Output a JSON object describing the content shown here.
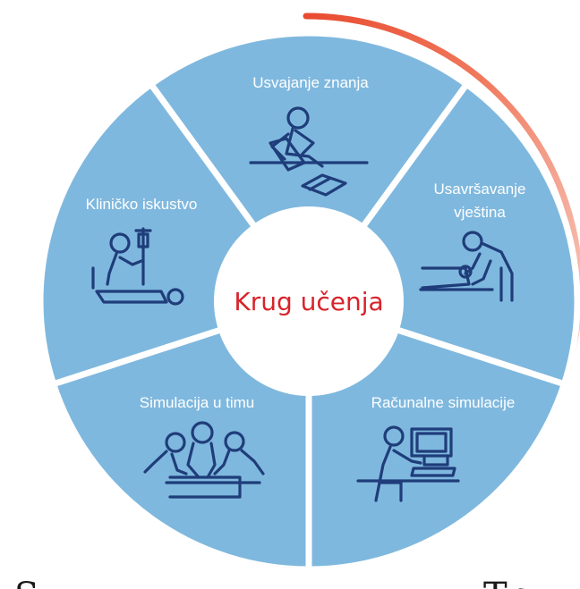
{
  "colors": {
    "segment": "#7fb8de",
    "divider": "#ffffff",
    "center_fill": "#ffffff",
    "title": "#d8232a",
    "icon": "#1f3d7a",
    "arc_start": "#e8452b",
    "arc_end": "#f6c4b8"
  },
  "center": {
    "title": "Krug učenja"
  },
  "segments": [
    {
      "label": "Usvajanje znanja",
      "icon": "reading-person-icon"
    },
    {
      "label_line1": "Usavršavanje",
      "label_line2": "vještina",
      "icon": "examining-patient-icon"
    },
    {
      "label": "Računalne simulacije",
      "icon": "computer-user-icon"
    },
    {
      "label": "Simulacija u timu",
      "icon": "team-simulation-icon"
    },
    {
      "label": "Kliničko iskustvo",
      "icon": "bedside-care-icon"
    }
  ],
  "bottom_fragments": {
    "left": "S",
    "right": "Tr"
  }
}
